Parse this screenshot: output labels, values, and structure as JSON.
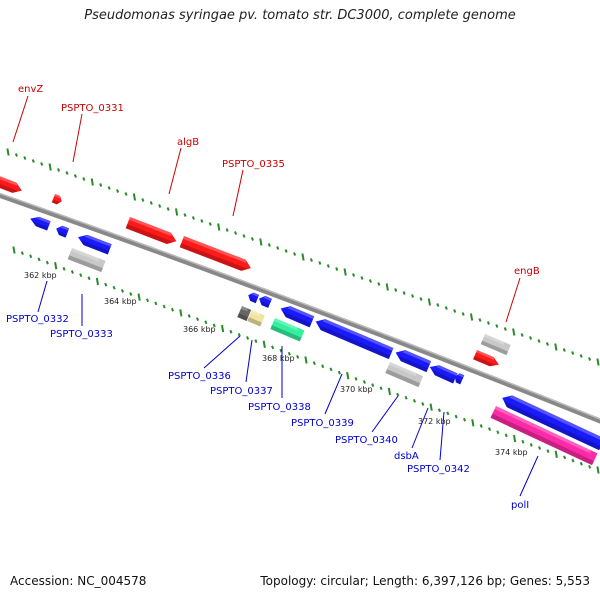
{
  "title": "Pseudomonas syringae pv. tomato str. DC3000, complete genome",
  "footer": {
    "accession": "Accession: NC_004578",
    "stats": "Topology: circular; Length: 6,397,126 bp; Genes: 5,553"
  },
  "colors": {
    "forward_label": "#cc0000",
    "reverse_label": "#0000cc",
    "gene_red": "#ff1a1a",
    "gene_blue": "#1a1aff",
    "gene_gray": "#c8c8c8",
    "gene_darkgray": "#666666",
    "gene_yellow": "#f0e4a0",
    "gene_green": "#33f0a0",
    "gene_magenta": "#ff2aa8",
    "backbone": "#888888",
    "tick": "#2a8a2a"
  },
  "scale_ticks": [
    {
      "label": "362 kbp"
    },
    {
      "label": "364 kbp"
    },
    {
      "label": "366 kbp"
    },
    {
      "label": "368 kbp"
    },
    {
      "label": "370 kbp"
    },
    {
      "label": "372 kbp"
    },
    {
      "label": "374 kbp"
    }
  ],
  "forward_labels": [
    "envZ",
    "PSPTO_0331",
    "algB",
    "PSPTO_0335",
    "engB"
  ],
  "reverse_labels": [
    "PSPTO_0332",
    "PSPTO_0333",
    "PSPTO_0336",
    "PSPTO_0337",
    "PSPTO_0338",
    "PSPTO_0339",
    "PSPTO_0340",
    "dsbA",
    "PSPTO_0342",
    "polI"
  ]
}
